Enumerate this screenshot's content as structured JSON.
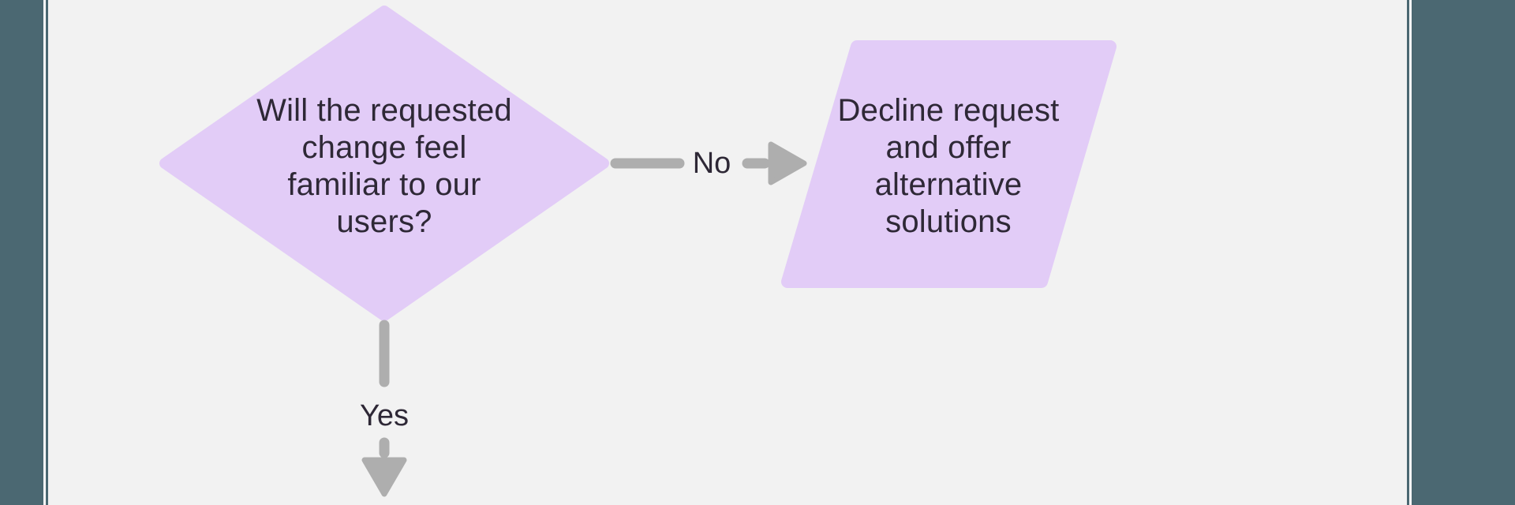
{
  "colors": {
    "canvas-bg": "#f2f2f2",
    "edge-panel": "#4b6872",
    "frame-line": "#fafafa",
    "node-fill": "#e2ccf7",
    "node-text": "#2e2836",
    "connector": "#aeaeae"
  },
  "flowchart": {
    "decision_node": {
      "shape": "diamond",
      "lines": [
        "Will the requested",
        "change feel",
        "familiar to our",
        "users?"
      ]
    },
    "no_edge": {
      "label": "No"
    },
    "yes_edge": {
      "label": "Yes"
    },
    "decline_node": {
      "shape": "parallelogram",
      "lines": [
        "Decline request",
        "and offer",
        "alternative",
        "solutions"
      ]
    }
  }
}
